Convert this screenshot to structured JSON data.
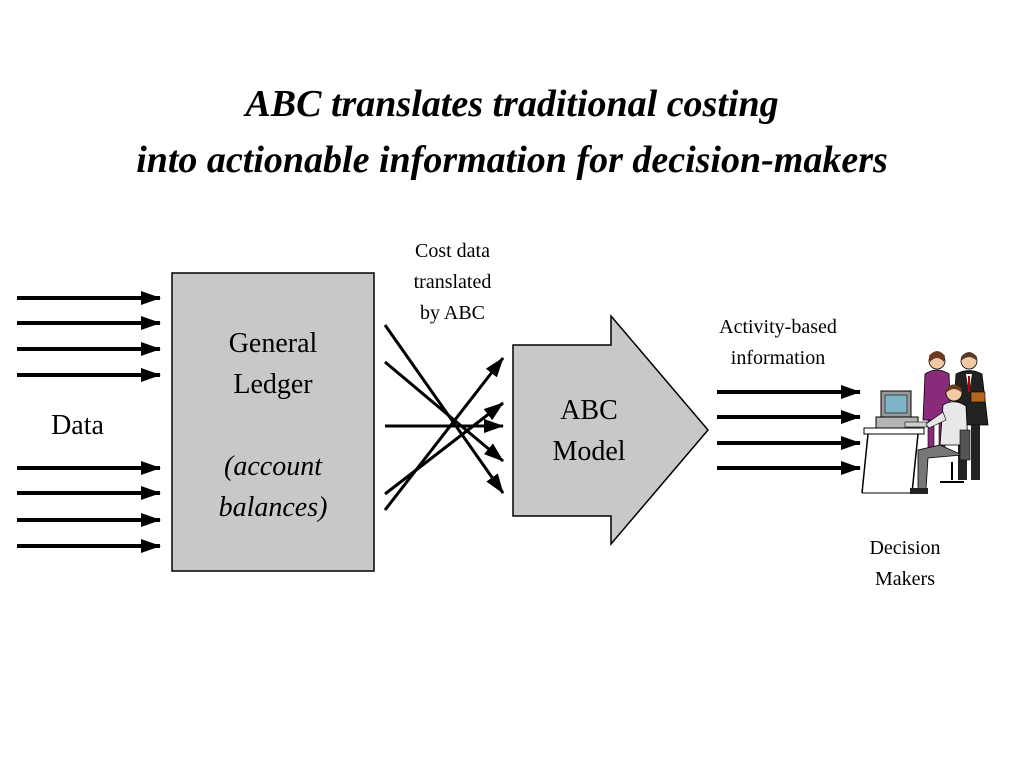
{
  "title": {
    "line1": "ABC translates traditional costing",
    "line2": "into actionable information for decision-makers"
  },
  "labels": {
    "data": "Data",
    "cost_data": [
      "Cost data",
      "translated",
      "by ABC"
    ],
    "activity_info": [
      "Activity-based",
      "information"
    ],
    "decision_makers": [
      "Decision",
      "Makers"
    ]
  },
  "general_ledger": {
    "line1": "General",
    "line2": "Ledger",
    "sub1": "(account",
    "sub2": "balances)"
  },
  "abc_model": {
    "line1": "ABC",
    "line2": "Model"
  },
  "colors": {
    "box_fill": "#c8c8c8",
    "stroke": "#000000"
  },
  "icons": {
    "decision_makers": "people-at-computer-clipart"
  }
}
